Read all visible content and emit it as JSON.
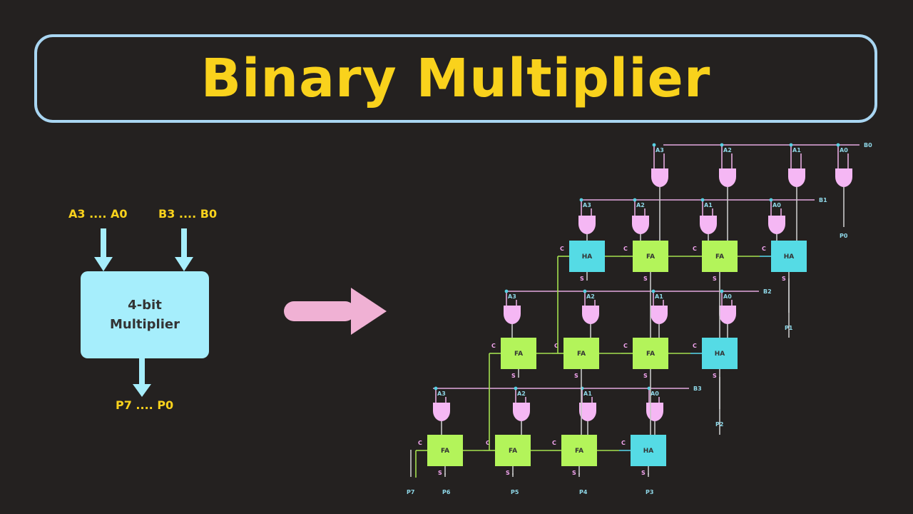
{
  "colors": {
    "background": "#242120",
    "title": "#f9d21c",
    "title_border": "#a9d6f2",
    "label": "#f9d21c",
    "block": "#a6eefc",
    "arrow": "#f0b1d4",
    "and_gate": "#f5b7f4",
    "ha": "#55dbe5",
    "fa": "#b3f45a",
    "wire_pink": "#e4a9df",
    "wire_green": "#a4e14f",
    "wire_blue": "#57d0e2",
    "wire_grey": "#c8c8c8",
    "circuit_label_blue": "#8fd8e8",
    "circuit_label_pink": "#f2a4ee"
  },
  "title": "Binary Multiplier",
  "block": {
    "input_a": "A3 .... A0",
    "input_b": "B3 .... B0",
    "line1": "4-bit",
    "line2": "Multiplier",
    "output": "P7 .... P0"
  },
  "circuit": {
    "b_labels": [
      "B0",
      "B1",
      "B2",
      "B3"
    ],
    "a_labels": [
      "A3",
      "A2",
      "A1",
      "A0"
    ],
    "cell_rows": [
      [
        "HA",
        "FA",
        "FA",
        "HA"
      ],
      [
        "FA",
        "FA",
        "FA",
        "HA"
      ],
      [
        "FA",
        "FA",
        "FA",
        "HA"
      ]
    ],
    "carry_label": "C",
    "sum_label": "S",
    "outputs": [
      "P0",
      "P1",
      "P2",
      "P3",
      "P4",
      "P5",
      "P6",
      "P7"
    ]
  }
}
